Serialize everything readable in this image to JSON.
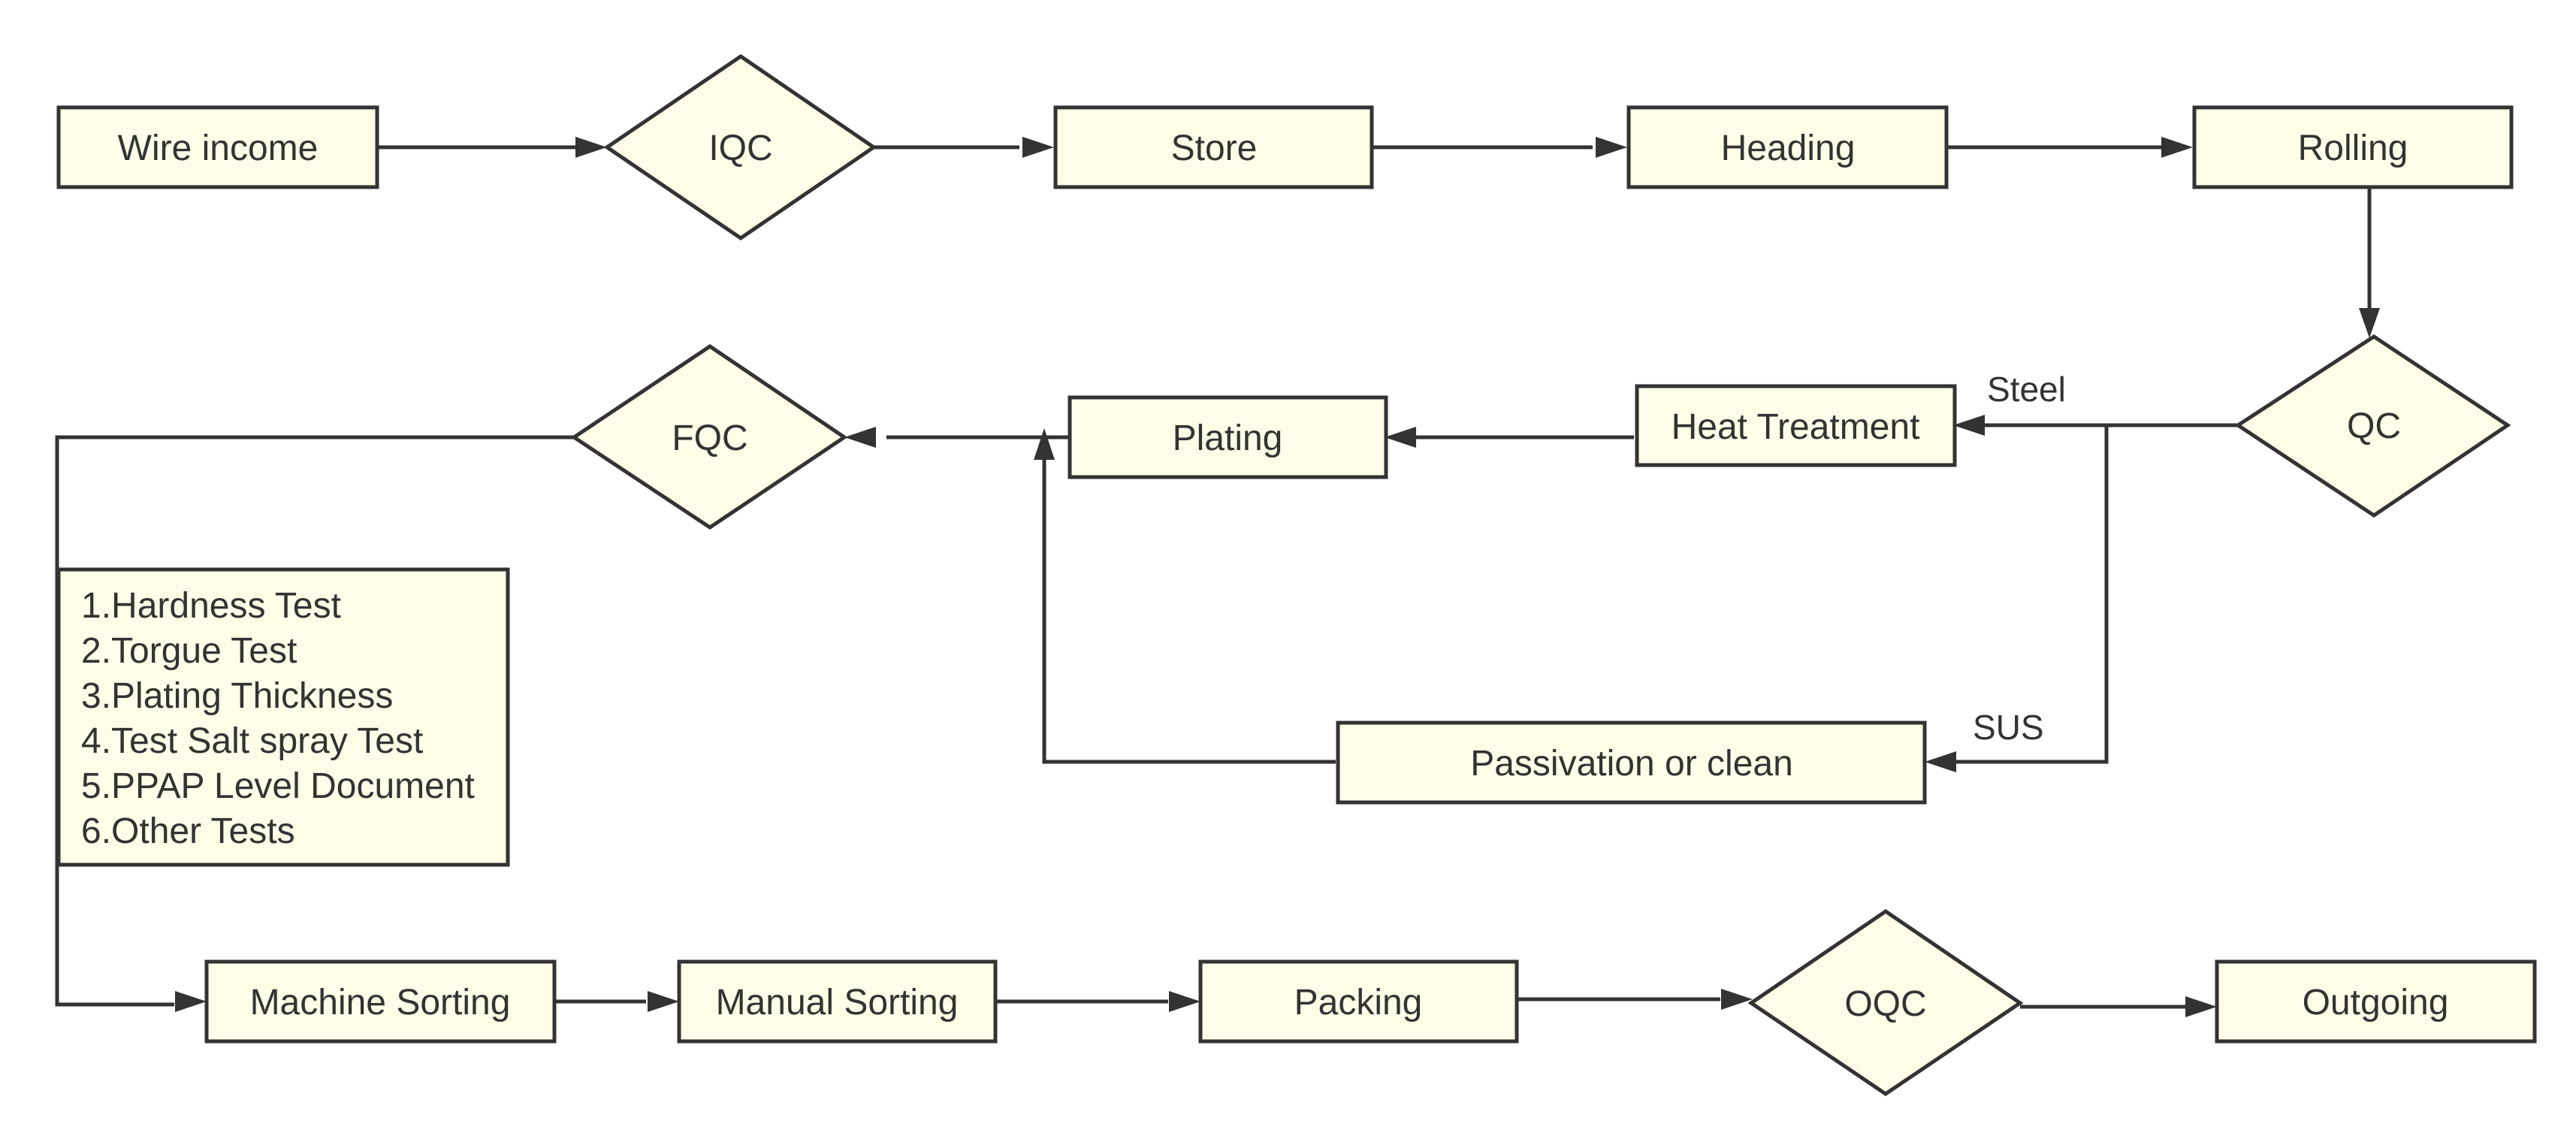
{
  "diagram": {
    "nodes": {
      "wire_income": "Wire income",
      "iqc": "IQC",
      "store": "Store",
      "heading": "Heading",
      "rolling": "Rolling",
      "qc": "QC",
      "heat_treatment": "Heat Treatment",
      "plating": "Plating",
      "fqc": "FQC",
      "passivation": "Passivation or clean",
      "machine_sorting": "Machine Sorting",
      "manual_sorting": "Manual Sorting",
      "packing": "Packing",
      "oqc": "OQC",
      "outgoing": "Outgoing"
    },
    "edge_labels": {
      "steel": "Steel",
      "sus": "SUS"
    },
    "fqc_tests": [
      "1.Hardness Test",
      "2.Torgue Test",
      "3.Plating Thickness",
      "4.Test Salt spray Test",
      "5.PPAP Level Document",
      "6.Other Tests"
    ]
  },
  "colors": {
    "node_fill": "#fdfde8",
    "stroke": "#333333",
    "text": "#333333"
  }
}
